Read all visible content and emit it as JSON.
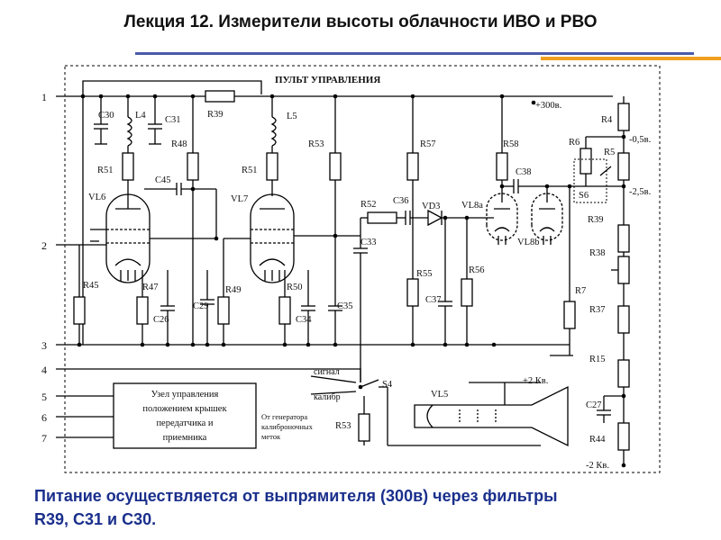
{
  "header": {
    "title": "Лекция 12. Измерители высоты облачности ИВО и РВО"
  },
  "diagram": {
    "panel_title": "ПУЛЬТ УПРАВЛЕНИЯ",
    "terminals": [
      "1",
      "2",
      "3",
      "4",
      "5",
      "6",
      "7"
    ],
    "components": {
      "c30": "C30",
      "l4": "L4",
      "c31": "C31",
      "r39_top": "R39",
      "r48": "R48",
      "r51_a": "R51",
      "c45": "C45",
      "vl6": "VL6",
      "r45": "R45",
      "r47": "R47",
      "c26": "C26",
      "c29": "C29",
      "l5": "L5",
      "r51_b": "R51",
      "vl7": "VL7",
      "r49": "R49",
      "r50": "R50",
      "c34": "C34",
      "c35": "C35",
      "r53": "R53",
      "c33": "C33",
      "r52": "R52",
      "c36": "C36",
      "vd3": "VD3",
      "r57": "R57",
      "r55": "R55",
      "c37": "C37",
      "r56": "R56",
      "r58": "R58",
      "c38": "C38",
      "vl8a": "VL8a",
      "vl8b": "VL8b",
      "r7": "R7",
      "r4": "R4",
      "r5": "R5",
      "r6": "R6",
      "s6": "S6",
      "r39_right": "R39",
      "r38": "R38",
      "r37": "R37",
      "r15": "R15",
      "c27": "C27",
      "r44": "R44",
      "s4": "S4",
      "r53_low": "R53",
      "vl5": "VL5"
    },
    "voltages": {
      "plus300": "+300в.",
      "minus05": "-0,5в.",
      "minus25": "-2,5в.",
      "plus2kv": "+2 Кв.",
      "minus2kv": "-2 Кв."
    },
    "control_unit": [
      "Узел управления",
      "положением крышек",
      "передатчика и",
      "приемника"
    ],
    "signal_label": "сигнал",
    "calib_label": "калибр",
    "generator_note": [
      "От генератора",
      "калиброночных",
      "меток"
    ]
  },
  "footer": {
    "line1": "Питание осуществляется от выпрямителя (300в) через фильтры",
    "line2": "R39, C31 и C30."
  }
}
